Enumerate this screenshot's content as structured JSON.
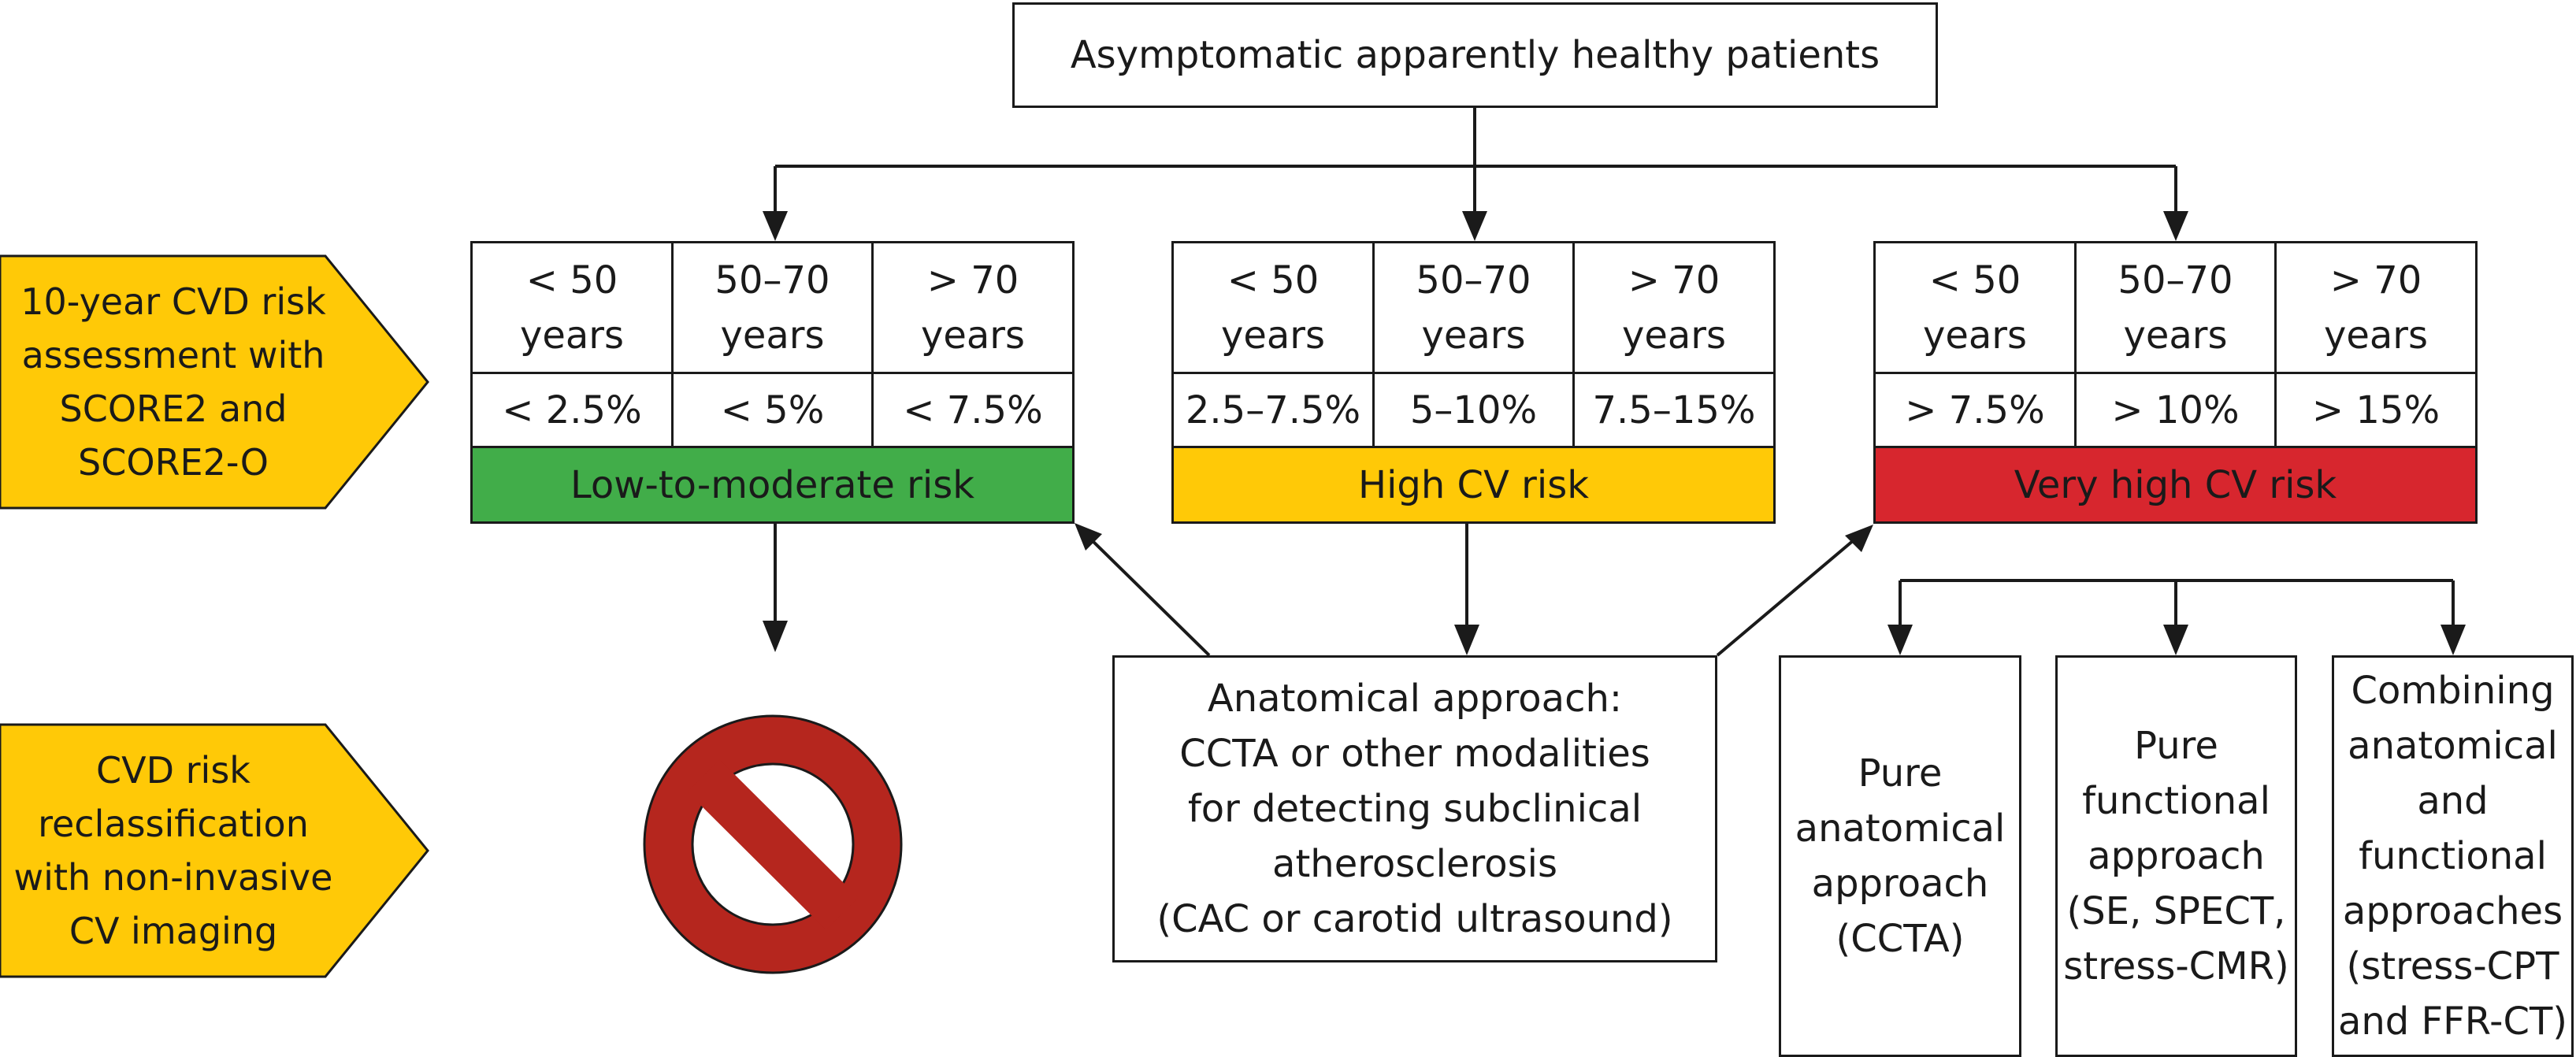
{
  "root": {
    "text": "Asymptomatic apparently healthy patients"
  },
  "side_labels": {
    "risk_assessment": "10-year CVD risk\nassessment with\nSCORE2 and\nSCORE2-O",
    "reclassification": "CVD risk\nreclassification\nwith non-invasive\nCV imaging"
  },
  "risk_groups": [
    {
      "ages": [
        "< 50\nyears",
        "50–70\nyears",
        "> 70\nyears"
      ],
      "thresholds": [
        "< 2.5%",
        "< 5%",
        "< 7.5%"
      ],
      "label": "Low-to-moderate risk",
      "color": "#41ad49"
    },
    {
      "ages": [
        "< 50\nyears",
        "50–70\nyears",
        "> 70\nyears"
      ],
      "thresholds": [
        "2.5–7.5%",
        "5–10%",
        "7.5–15%"
      ],
      "label": "High CV risk",
      "color": "#ffc907"
    },
    {
      "ages": [
        "< 50\nyears",
        "50–70\nyears",
        "> 70\nyears"
      ],
      "thresholds": [
        "> 7.5%",
        "> 10%",
        "> 15%"
      ],
      "label": "Very high CV risk",
      "color": "#d7262e"
    }
  ],
  "anatomical": {
    "text": "Anatomical approach:\nCCTA or other modalities\nfor detecting subclinical\natherosclerosis\n(CAC or carotid ultrasound)"
  },
  "approaches": [
    "Pure\nanatomical\napproach\n(CCTA)",
    "Pure\nfunctional\napproach\n(SE, SPECT,\nstress-CMR)",
    "Combining\nanatomical\nand\nfunctional\napproaches\n(stress-CPT\nand FFR-CT)"
  ],
  "colors": {
    "arrow_label": "#ffc907",
    "prohibit": "#b5261e",
    "line": "#1a1a1a"
  },
  "icons": {
    "no_imaging": "prohibition-sign-icon"
  }
}
